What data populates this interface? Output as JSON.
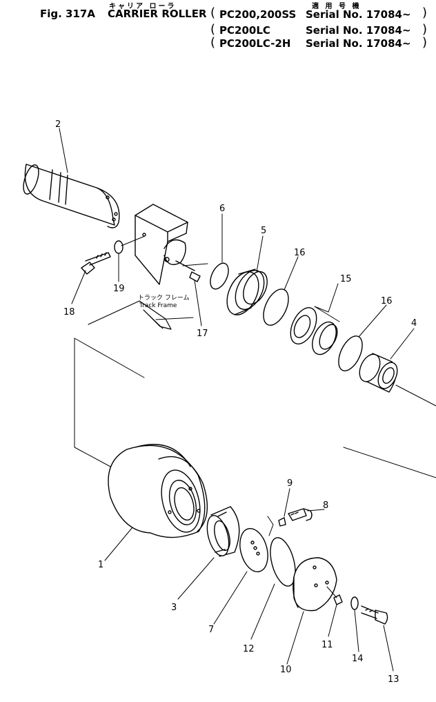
{
  "header": {
    "fig_label": "Fig. 317A",
    "title_jp": "キャリア ローラ",
    "title_en": "CARRIER ROLLER",
    "applicability_jp": "適 用 号 機",
    "models": [
      {
        "model": "PC200,200SS",
        "serial": "Serial No. 17084~"
      },
      {
        "model": "PC200LC",
        "serial": "Serial No. 17084~"
      },
      {
        "model": "PC200LC-2H",
        "serial": "Serial No. 17084~"
      }
    ]
  },
  "annotation": {
    "track_frame_jp": "トラック フレーム",
    "track_frame_en": "Track Frame"
  },
  "callouts": [
    "2",
    "6",
    "5",
    "16",
    "15",
    "16",
    "4",
    "19",
    "18",
    "17",
    "9",
    "8",
    "1",
    "3",
    "7",
    "12",
    "10",
    "11",
    "14",
    "13"
  ]
}
